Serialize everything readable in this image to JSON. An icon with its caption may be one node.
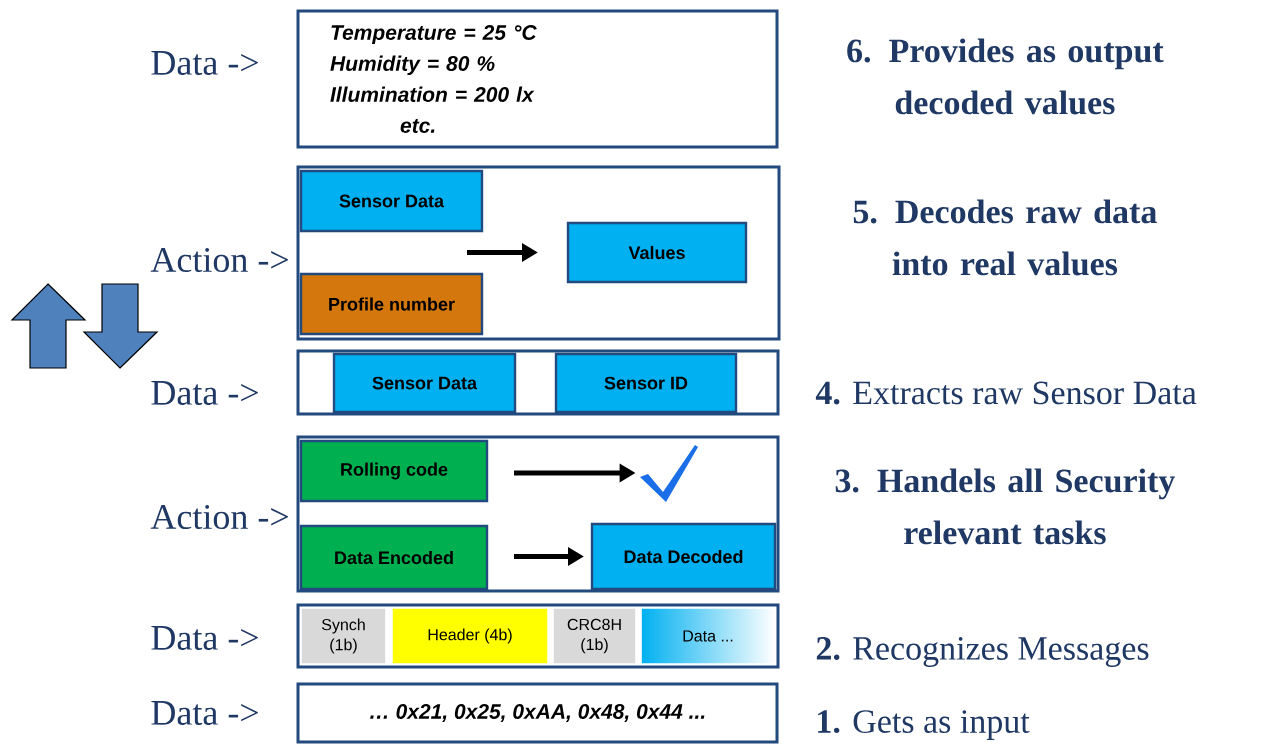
{
  "diagram": {
    "nodes": [
      {
        "text": [
          "Temperature = 25 °C",
          "Humidity = 80 %",
          "Illumination = 200 lx",
          "etc."
        ],
        "beside": [
          "Data ->",
          "6. Provides as output decoded values"
        ]
      },
      {
        "text": [],
        "shape": "box",
        "beside": [
          "Action ->",
          "5. Decodes raw data into real values"
        ]
      },
      {
        "text": [
          "Sensor Data"
        ],
        "in": 1
      },
      {
        "text": [
          "Profile number"
        ],
        "in": 1
      },
      {
        "text": [
          "Values"
        ],
        "in": 1
      },
      {
        "text": [],
        "shape": "box",
        "beside": [
          "Data ->",
          "**4.** Extracts raw Sensor Data"
        ]
      },
      {
        "text": [
          "Sensor Data"
        ],
        "in": 5
      },
      {
        "text": [
          "Sensor ID"
        ],
        "in": 5
      },
      {
        "text": [],
        "shape": "box",
        "beside": [
          "Action ->",
          "3. Handels all Security relevant tasks"
        ]
      },
      {
        "text": [
          "Rolling code"
        ],
        "in": 8
      },
      {
        "text": [],
        "shape": "checkmark",
        "in": 8
      },
      {
        "text": [
          "Data Encoded"
        ],
        "in": 8
      },
      {
        "text": [
          "Data Decoded"
        ],
        "in": 8
      },
      {
        "text": [],
        "shape": "box",
        "beside": [
          "Data ->",
          "**2.** Recognizes Messages"
        ]
      },
      {
        "text": [
          "Synch (1b)"
        ],
        "in": 13
      },
      {
        "text": [
          "Header (4b)"
        ],
        "in": 13
      },
      {
        "text": [
          "CRC8H (1b)"
        ],
        "in": 13
      },
      {
        "text": [
          "Data ..."
        ],
        "in": 13
      },
      {
        "text": [
          "… 0x21, 0x25, 0xAA, 0x48, 0x44 ..."
        ],
        "beside": [
          "Data ->",
          "**1.** Gets as input"
        ]
      }
    ],
    "edges": [
      {
        "from": 2,
        "to": 4,
        "arrow": "to"
      },
      {
        "from": 3,
        "to": 4,
        "arrow": "to"
      },
      {
        "from": 9,
        "to": 10,
        "arrow": "to"
      },
      {
        "from": 11,
        "to": 12,
        "arrow": "to"
      }
    ]
  }
}
